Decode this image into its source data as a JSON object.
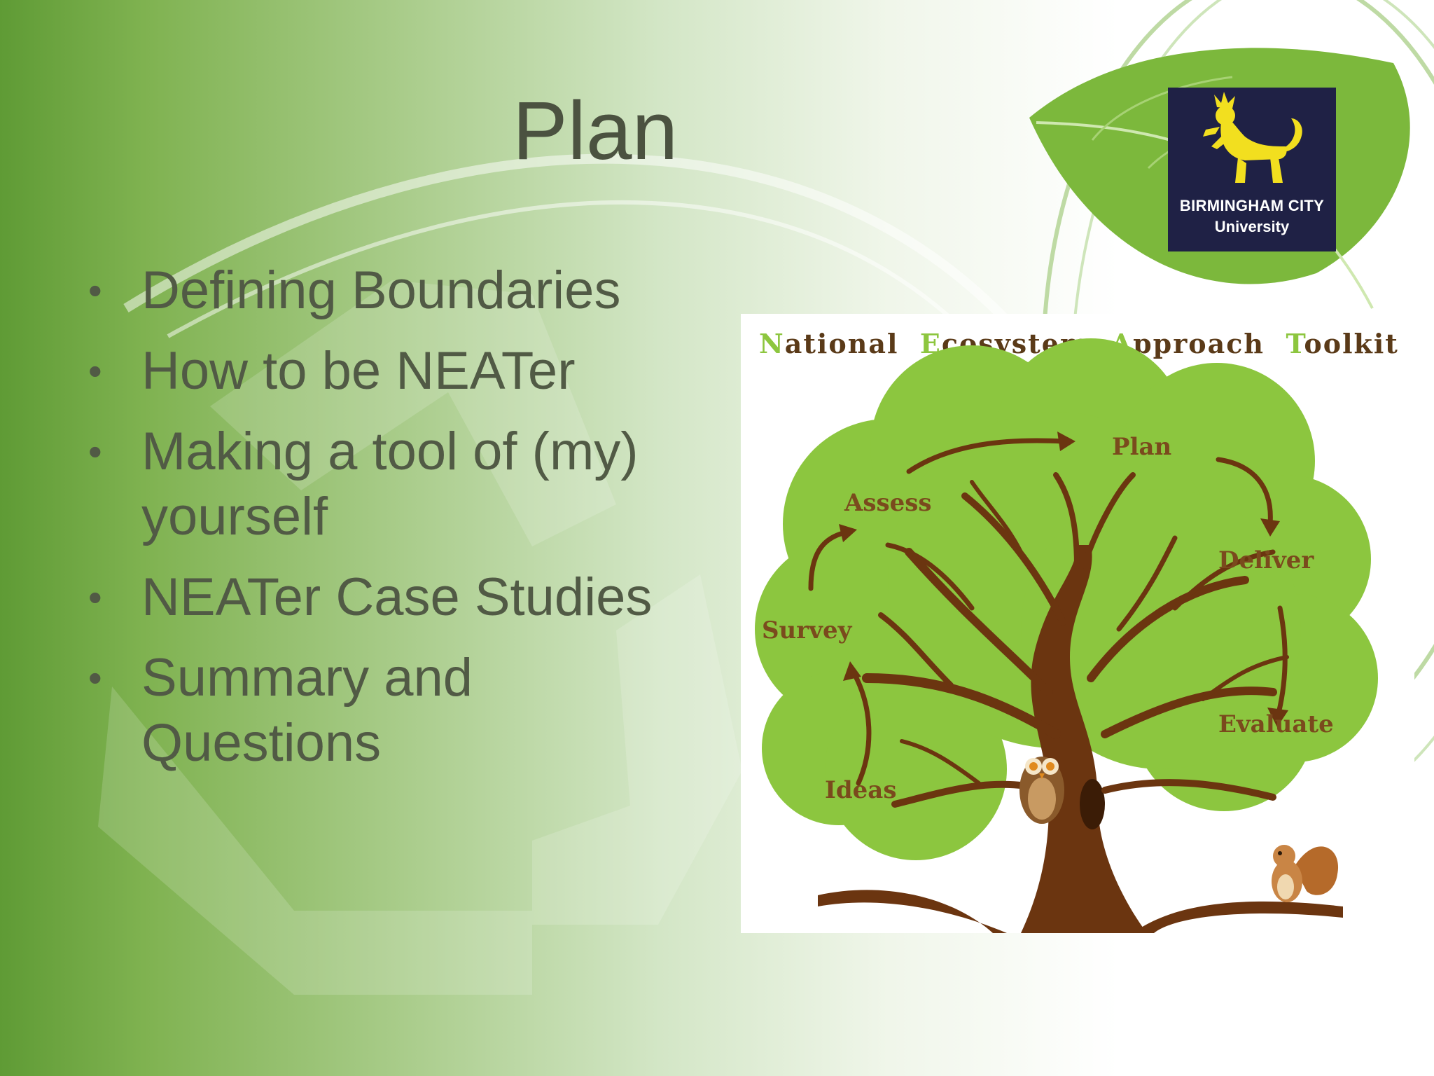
{
  "slide": {
    "title": "Plan",
    "bullets": [
      "Defining Boundaries",
      "How to be NEATer",
      "Making a tool of (my) yourself",
      "NEATer Case Studies",
      "Summary and Questions"
    ]
  },
  "logo": {
    "line1": "BIRMINGHAM CITY",
    "line2": "University",
    "icon": "lion-rampant-icon",
    "background": "#1f2145",
    "accent": "#f2df1f"
  },
  "toolkit": {
    "title_parts": [
      {
        "cap": "N",
        "rest": "ational"
      },
      {
        "cap": "E",
        "rest": "cosystem"
      },
      {
        "cap": "A",
        "rest": "pproach"
      },
      {
        "cap": "T",
        "rest": "oolkit"
      }
    ],
    "steps": [
      "Plan",
      "Assess",
      "Deliver",
      "Survey",
      "Evaluate",
      "Ideas"
    ]
  },
  "colors": {
    "text": "#515a45",
    "foliage": "#8cc63f",
    "trunk": "#6b3510",
    "label": "#7a4a1d"
  }
}
